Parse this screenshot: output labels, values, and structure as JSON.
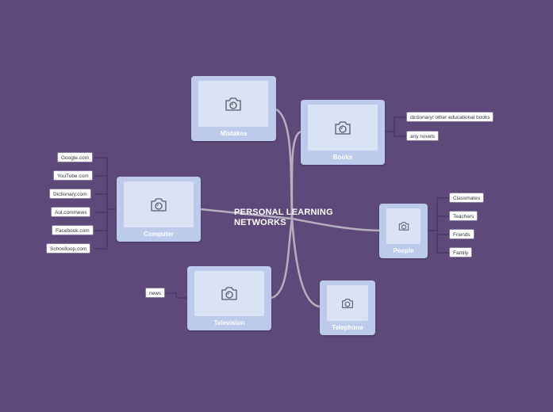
{
  "central_topic": "PERSONAL LEARNING\nNETWORKS",
  "topics": {
    "mistakes": {
      "label": "Mistakes",
      "icon": "camera-icon"
    },
    "books": {
      "label": "Books",
      "icon": "camera-icon"
    },
    "computer": {
      "label": "Computer",
      "icon": "camera-icon"
    },
    "people": {
      "label": "People",
      "icon": "camera-icon"
    },
    "television": {
      "label": "Television",
      "icon": "camera-icon"
    },
    "telephone": {
      "label": "Telephone",
      "icon": "camera-icon"
    }
  },
  "leaves": {
    "books": [
      "dictionary/ other educational books",
      "any novels"
    ],
    "computer": [
      "Google.com",
      "YouTube.com",
      "Dictionary.com",
      "Aol.com/news",
      "Facebook.com",
      "Schoolloop.com"
    ],
    "people": [
      "Classmates",
      "Teachers",
      "Friends",
      "Family"
    ],
    "television": [
      "news"
    ]
  },
  "colors": {
    "background": "#5e4a7a",
    "topic_fill": "#bccbec",
    "image_placeholder": "#d9e3f4",
    "connector": "#b5b0c0"
  }
}
